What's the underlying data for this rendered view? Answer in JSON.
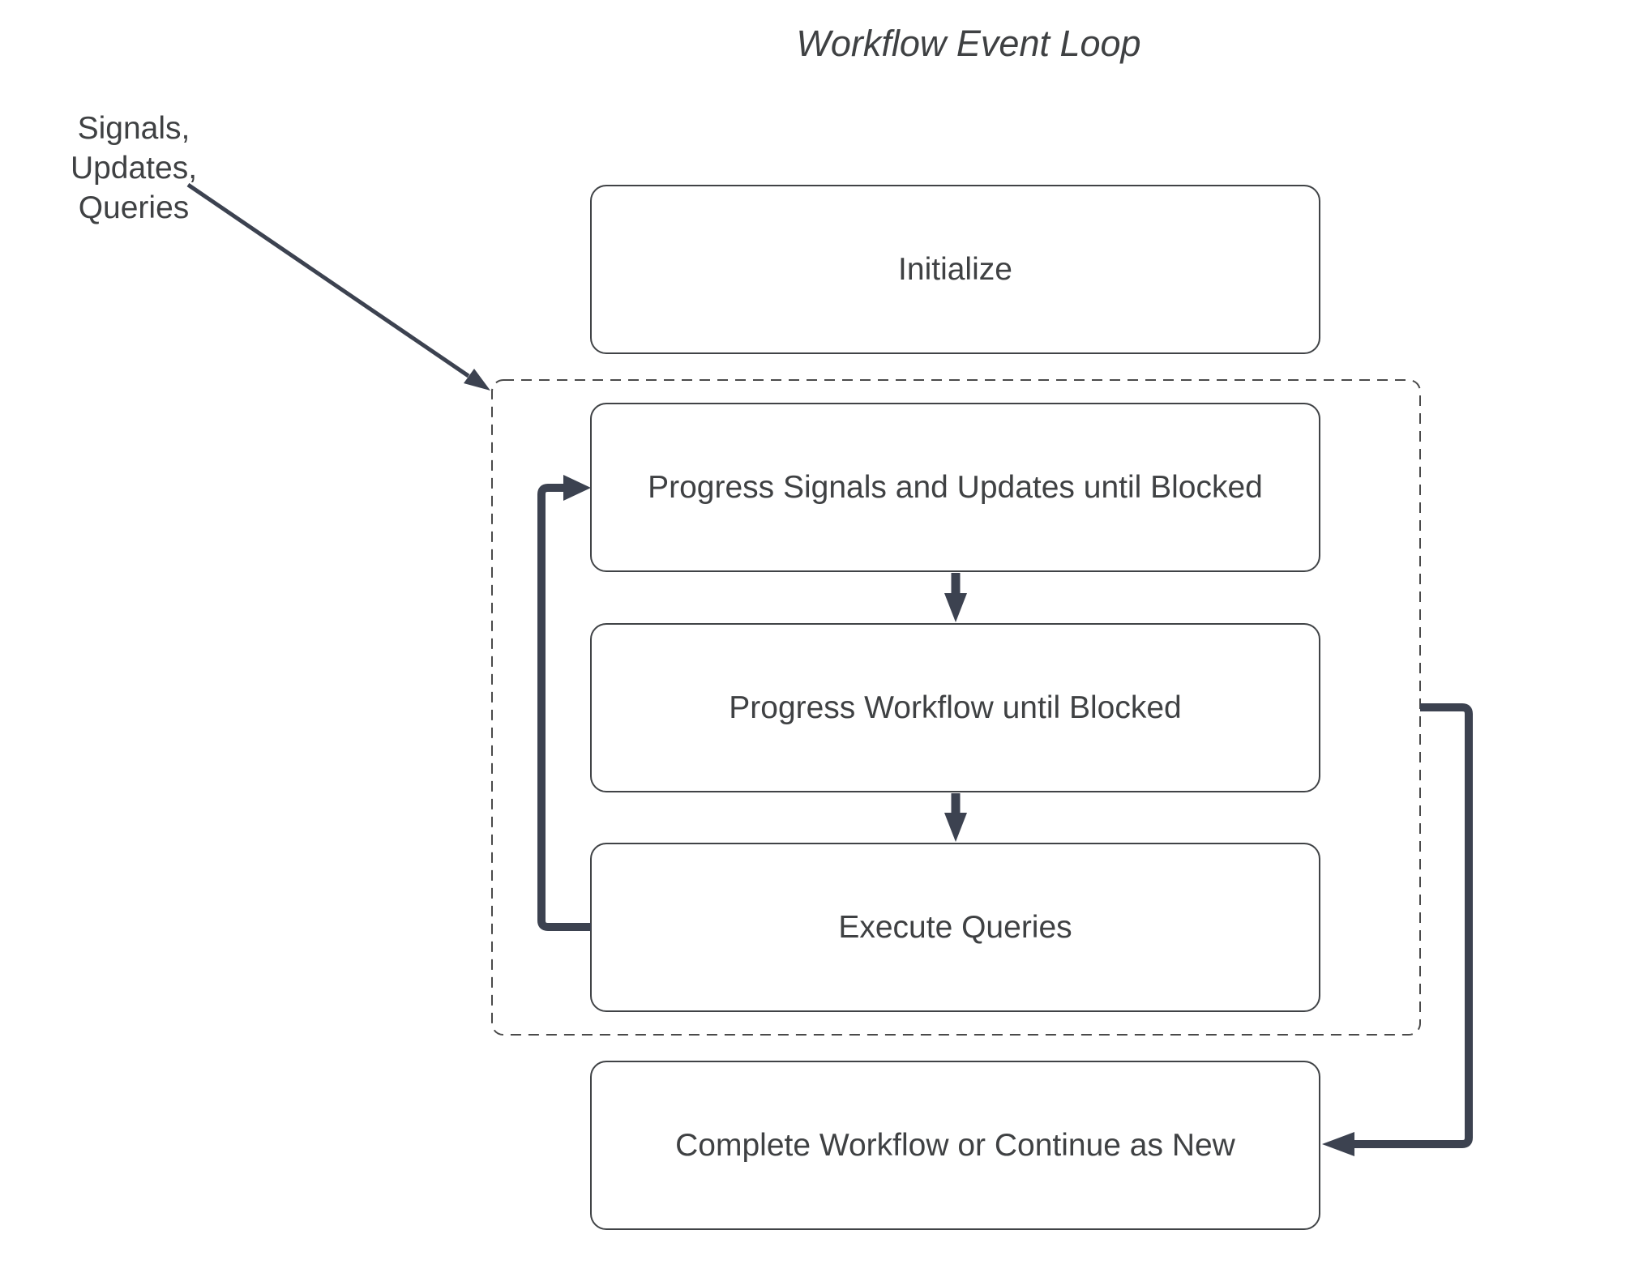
{
  "title": "Workflow Event Loop",
  "annotation": {
    "lines": [
      "Signals, Updates,",
      "Queries"
    ]
  },
  "nodes": [
    {
      "id": "initialize",
      "label": "Initialize"
    },
    {
      "id": "progress-signals",
      "label": "Progress Signals and Updates until Blocked"
    },
    {
      "id": "progress-workflow",
      "label": "Progress Workflow until Blocked"
    },
    {
      "id": "execute-queries",
      "label": "Execute Queries"
    },
    {
      "id": "complete",
      "label": "Complete Workflow or Continue as New"
    }
  ],
  "edges": [
    {
      "from": "annotation",
      "to": "event-loop-container",
      "style": "thin-arrow"
    },
    {
      "from": "progress-signals",
      "to": "progress-workflow",
      "style": "thick-arrow"
    },
    {
      "from": "progress-workflow",
      "to": "execute-queries",
      "style": "thick-arrow"
    },
    {
      "from": "execute-queries",
      "to": "progress-signals",
      "style": "thick-loop-arrow"
    },
    {
      "from": "event-loop-container",
      "to": "complete",
      "style": "thick-arrow"
    }
  ],
  "colors": {
    "background": "#ffffff",
    "node_fill": "#ffffff",
    "node_border": "#404346",
    "dashed_container_border": "#4a4a4a",
    "arrow": "#3c4250",
    "text": "#3f4143"
  }
}
